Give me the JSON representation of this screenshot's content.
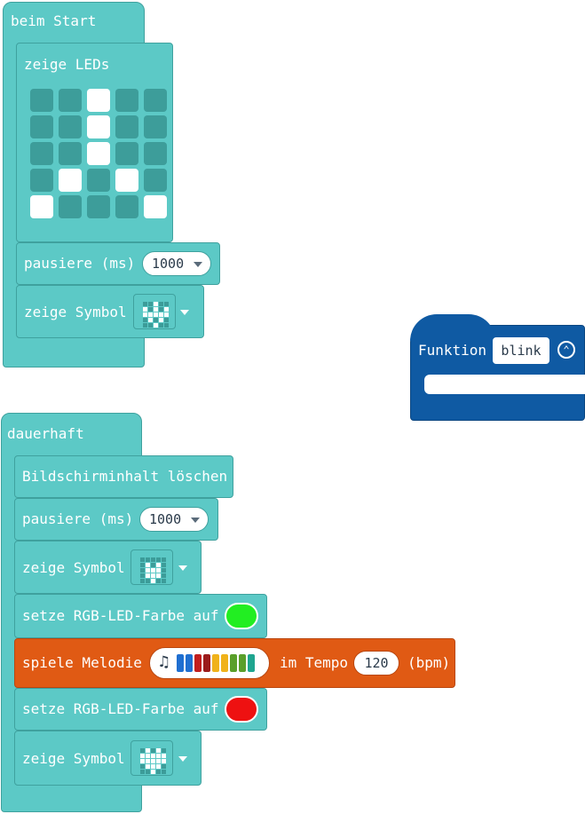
{
  "start_block": {
    "hat": "beim Start",
    "show_leds": {
      "label": "zeige LEDs",
      "grid": [
        [
          0,
          0,
          1,
          0,
          0
        ],
        [
          0,
          0,
          1,
          0,
          0
        ],
        [
          0,
          0,
          1,
          0,
          0
        ],
        [
          0,
          1,
          0,
          1,
          0
        ],
        [
          1,
          0,
          0,
          0,
          1
        ]
      ]
    },
    "pause": {
      "label": "pausiere (ms)",
      "value": "1000"
    },
    "show_symbol": {
      "label": "zeige Symbol",
      "grid": [
        [
          0,
          0,
          1,
          0,
          0
        ],
        [
          1,
          0,
          1,
          0,
          1
        ],
        [
          1,
          1,
          1,
          1,
          1
        ],
        [
          0,
          1,
          0,
          1,
          0
        ],
        [
          0,
          0,
          1,
          0,
          0
        ]
      ]
    }
  },
  "function_block": {
    "label": "Funktion",
    "name": "blink"
  },
  "forever_block": {
    "hat": "dauerhaft",
    "clear": {
      "label": "Bildschirminhalt löschen"
    },
    "pause": {
      "label": "pausiere (ms)",
      "value": "1000"
    },
    "show_symbol_1": {
      "label": "zeige Symbol",
      "grid": [
        [
          0,
          0,
          0,
          0,
          0
        ],
        [
          0,
          1,
          0,
          1,
          0
        ],
        [
          0,
          1,
          1,
          1,
          0
        ],
        [
          0,
          1,
          1,
          1,
          0
        ],
        [
          0,
          0,
          1,
          0,
          0
        ]
      ]
    },
    "rgb_1": {
      "label": "setze RGB-LED-Farbe auf",
      "color": "#22ee22"
    },
    "melody": {
      "label": "spiele Melodie",
      "tempo_label": "im Tempo",
      "tempo_value": "120",
      "unit": "(bpm)",
      "note_icon": "music-note-icon",
      "colors": [
        "#1f6fd1",
        "#1f6fd1",
        "#c21d1d",
        "#9b1b1b",
        "#f0b21a",
        "#f0b21a",
        "#5a9f2a",
        "#5a9f2a",
        "#1ea58f"
      ]
    },
    "rgb_2": {
      "label": "setze RGB-LED-Farbe auf",
      "color": "#ee1111"
    },
    "show_symbol_2": {
      "label": "zeige Symbol",
      "grid": [
        [
          0,
          1,
          0,
          1,
          0
        ],
        [
          1,
          1,
          1,
          1,
          1
        ],
        [
          1,
          1,
          1,
          1,
          1
        ],
        [
          0,
          1,
          1,
          1,
          0
        ],
        [
          0,
          0,
          1,
          0,
          0
        ]
      ]
    }
  },
  "colors": {
    "teal": "#5cc9c6",
    "teal_dark": "#3fa19e",
    "orange": "#e05a14",
    "blue": "#0f5aa3"
  }
}
